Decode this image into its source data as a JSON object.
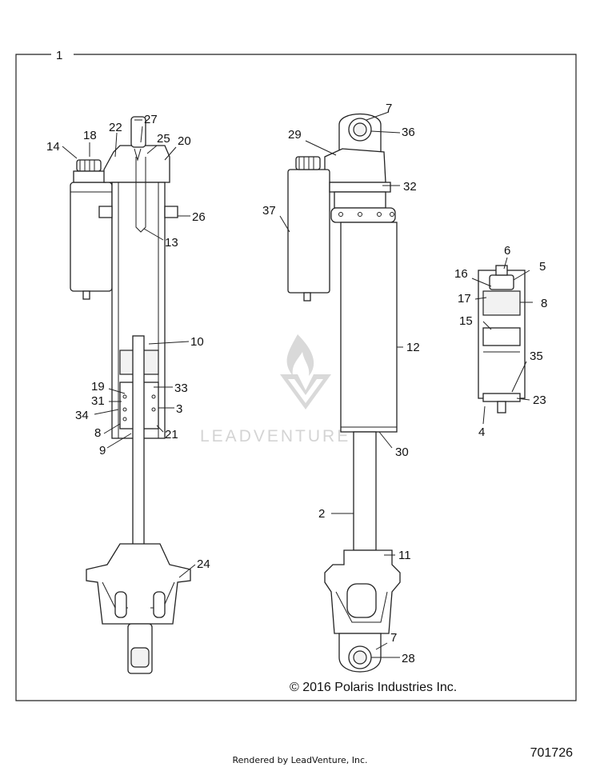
{
  "callouts": {
    "c1": "1",
    "c2": "2",
    "c3": "3",
    "c4": "4",
    "c5": "5",
    "c6": "6",
    "c7a": "7",
    "c7b": "7",
    "c8a": "8",
    "c8b": "8",
    "c9": "9",
    "c10": "10",
    "c11": "11",
    "c12": "12",
    "c13": "13",
    "c14": "14",
    "c15": "15",
    "c16": "16",
    "c17": "17",
    "c18": "18",
    "c19": "19",
    "c20": "20",
    "c21": "21",
    "c22": "22",
    "c23": "23",
    "c24": "24",
    "c25": "25",
    "c26": "26",
    "c27": "27",
    "c28": "28",
    "c29": "29",
    "c30": "30",
    "c31": "31",
    "c32": "32",
    "c33": "33",
    "c34": "34",
    "c35": "35",
    "c36": "36",
    "c37": "37"
  },
  "watermark": "LEADVENTURE",
  "copyright": "© 2016 Polaris Industries Inc.",
  "footer": "Rendered by LeadVenture, Inc.",
  "doc_number": "701726"
}
